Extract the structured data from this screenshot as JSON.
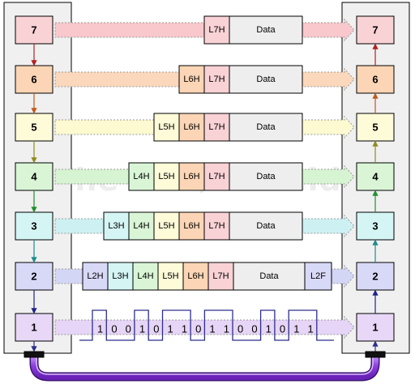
{
  "watermark": "The TCP/IP Guide",
  "layers": [
    {
      "num": "7",
      "fill": "#f9d2d6",
      "arrow": "#f8c8cc",
      "headers": [
        "L7H"
      ],
      "hfill": [
        "#f9d2d6"
      ],
      "data": "Data"
    },
    {
      "num": "6",
      "fill": "#fbd5b5",
      "arrow": "#fbd8bb",
      "headers": [
        "L6H",
        "L7H"
      ],
      "hfill": [
        "#fbd5b5",
        "#f9d2d6"
      ],
      "data": "Data"
    },
    {
      "num": "5",
      "fill": "#fefbd9",
      "arrow": "#fdf9d0",
      "headers": [
        "L5H",
        "L6H",
        "L7H"
      ],
      "hfill": [
        "#fefbd9",
        "#fbd5b5",
        "#f9d2d6"
      ],
      "data": "Data"
    },
    {
      "num": "4",
      "fill": "#d9f5d6",
      "arrow": "#d6f3d2",
      "headers": [
        "L4H",
        "L5H",
        "L6H",
        "L7H"
      ],
      "hfill": [
        "#d9f5d6",
        "#fefbd9",
        "#fbd5b5",
        "#f9d2d6"
      ],
      "data": "Data"
    },
    {
      "num": "3",
      "fill": "#d5f5f5",
      "arrow": "#cdf1f3",
      "headers": [
        "L3H",
        "L4H",
        "L5H",
        "L6H",
        "L7H"
      ],
      "hfill": [
        "#d5f5f5",
        "#d9f5d6",
        "#fefbd9",
        "#fbd5b5",
        "#f9d2d6"
      ],
      "data": "Data"
    },
    {
      "num": "2",
      "fill": "#d8d9f7",
      "arrow": "#d4d6f5",
      "headers": [
        "L2H",
        "L3H",
        "L4H",
        "L5H",
        "L6H",
        "L7H"
      ],
      "hfill": [
        "#d8d9f7",
        "#d5f5f5",
        "#d9f5d6",
        "#fefbd9",
        "#fbd5b5",
        "#f9d2d6"
      ],
      "data": "Data",
      "trailer": "L2F"
    },
    {
      "num": "1",
      "fill": "#e9d7f7",
      "arrow": "#e6d5f6",
      "bits": [
        "1",
        "0",
        "0",
        "1",
        "0",
        "1",
        "1",
        "0",
        "1",
        "1",
        "0",
        "0",
        "1",
        "0",
        "1",
        "1"
      ]
    }
  ],
  "colors": {
    "panel": "#f0f0f0",
    "data_fill": "#eeeeee",
    "signal": "#2e2e8c",
    "cable": "#9a52e0",
    "down_arrows": [
      "#b02020",
      "#c0581e",
      "#8f8b1e",
      "#22902a",
      "#1d8c8c",
      "#22228a"
    ]
  }
}
